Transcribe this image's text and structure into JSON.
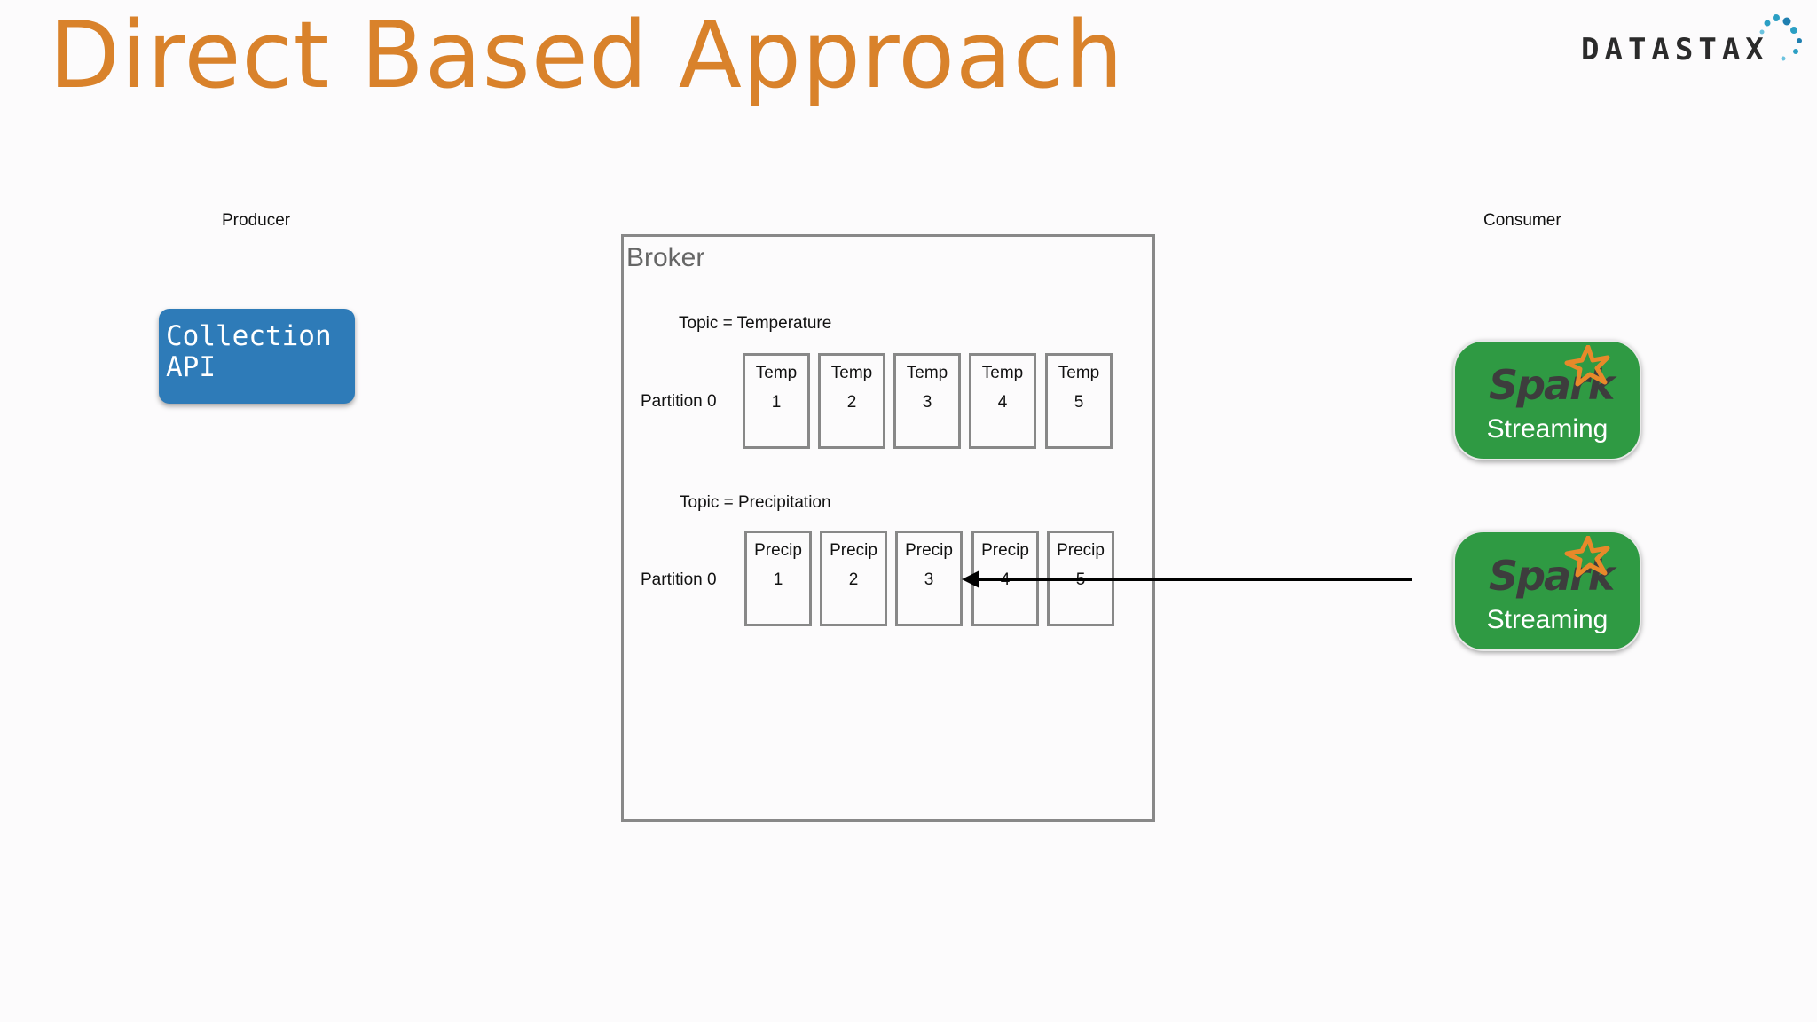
{
  "title": "Direct Based Approach",
  "logo": {
    "text": "DATASTAX"
  },
  "producer": {
    "label": "Producer",
    "box_lines": [
      "Collection",
      "API"
    ]
  },
  "consumer": {
    "label": "Consumer"
  },
  "broker": {
    "title": "Broker",
    "topics": [
      {
        "label": "Topic = Temperature",
        "partition": "Partition 0",
        "messages": [
          {
            "name": "Temp",
            "index": "1"
          },
          {
            "name": "Temp",
            "index": "2"
          },
          {
            "name": "Temp",
            "index": "3"
          },
          {
            "name": "Temp",
            "index": "4"
          },
          {
            "name": "Temp",
            "index": "5"
          }
        ]
      },
      {
        "label": "Topic = Precipitation",
        "partition": "Partition 0",
        "messages": [
          {
            "name": "Precip",
            "index": "1"
          },
          {
            "name": "Precip",
            "index": "2"
          },
          {
            "name": "Precip",
            "index": "3"
          },
          {
            "name": "Precip",
            "index": "4"
          },
          {
            "name": "Precip",
            "index": "5"
          }
        ]
      }
    ]
  },
  "spark_apps": [
    {
      "name": "Spark",
      "subtitle": "Streaming"
    },
    {
      "name": "Spark",
      "subtitle": "Streaming"
    }
  ],
  "colors": {
    "title": "#d9822b",
    "collection_api": "#2e7bb8",
    "spark_streaming": "#2f9a43",
    "spark_star": "#e8892a"
  }
}
